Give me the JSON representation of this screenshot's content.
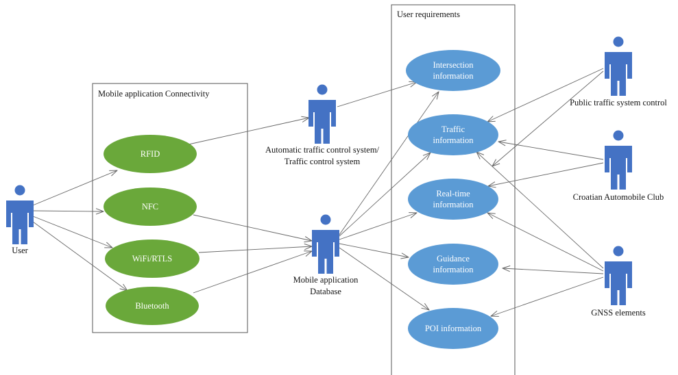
{
  "colors": {
    "connectivity": "#6aa83a",
    "requirement": "#5b9bd5",
    "actor": "#4472c4"
  },
  "boxes": {
    "connectivity": {
      "title": "Mobile application Connectivity"
    },
    "requirements": {
      "title": "User requirements"
    }
  },
  "actors": {
    "user": {
      "label": [
        "User"
      ]
    },
    "atc": {
      "label": [
        "Automatic traffic control system/",
        "Traffic control system"
      ]
    },
    "mad": {
      "label": [
        "Mobile application",
        "Database"
      ]
    },
    "ptsc": {
      "label": [
        "Public traffic system control"
      ]
    },
    "cac": {
      "label": [
        "Croatian Automobile Club"
      ]
    },
    "gnss": {
      "label": [
        "GNSS elements"
      ]
    }
  },
  "usecases": {
    "rfid": {
      "label": [
        "RFID"
      ]
    },
    "nfc": {
      "label": [
        "NFC"
      ]
    },
    "wifi": {
      "label": [
        "WiFi/RTLS"
      ]
    },
    "bt": {
      "label": [
        "Bluetooth"
      ]
    },
    "inter": {
      "label": [
        "Intersection",
        "information"
      ]
    },
    "traffic": {
      "label": [
        "Traffic",
        "information"
      ]
    },
    "realtime": {
      "label": [
        "Real-time",
        "information"
      ]
    },
    "guidance": {
      "label": [
        "Guidance",
        "information"
      ]
    },
    "poi": {
      "label": [
        "POI information"
      ]
    }
  }
}
